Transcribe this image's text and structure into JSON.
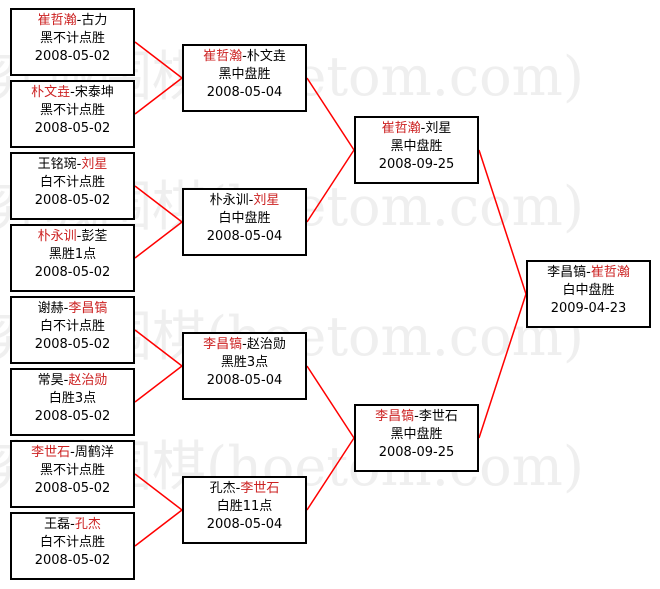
{
  "watermark": "弈城围棋(hoetom.com)",
  "winner_color": "#cc2222",
  "line_color": "#ff0000",
  "rounds": [
    [
      {
        "p1": "崔哲瀚",
        "p2": "古力",
        "winner": 1,
        "result": "黑不计点胜",
        "date": "2008-05-02"
      },
      {
        "p1": "朴文垚",
        "p2": "宋泰坤",
        "winner": 1,
        "result": "黑不计点胜",
        "date": "2008-05-02"
      },
      {
        "p1": "王铭琬",
        "p2": "刘星",
        "winner": 2,
        "result": "白不计点胜",
        "date": "2008-05-02"
      },
      {
        "p1": "朴永训",
        "p2": "彭荃",
        "winner": 1,
        "result": "黑胜1点",
        "date": "2008-05-02"
      },
      {
        "p1": "谢赫",
        "p2": "李昌镐",
        "winner": 2,
        "result": "白不计点胜",
        "date": "2008-05-02"
      },
      {
        "p1": "常昊",
        "p2": "赵治勋",
        "winner": 2,
        "result": "白胜3点",
        "date": "2008-05-02"
      },
      {
        "p1": "李世石",
        "p2": "周鹤洋",
        "winner": 1,
        "result": "黑不计点胜",
        "date": "2008-05-02"
      },
      {
        "p1": "王磊",
        "p2": "孔杰",
        "winner": 2,
        "result": "白不计点胜",
        "date": "2008-05-02"
      }
    ],
    [
      {
        "p1": "崔哲瀚",
        "p2": "朴文垚",
        "winner": 1,
        "result": "黑中盘胜",
        "date": "2008-05-04"
      },
      {
        "p1": "朴永训",
        "p2": "刘星",
        "winner": 2,
        "result": "白中盘胜",
        "date": "2008-05-04"
      },
      {
        "p1": "李昌镐",
        "p2": "赵治勋",
        "winner": 1,
        "result": "黑胜3点",
        "date": "2008-05-04"
      },
      {
        "p1": "孔杰",
        "p2": "李世石",
        "winner": 2,
        "result": "白胜11点",
        "date": "2008-05-04"
      }
    ],
    [
      {
        "p1": "崔哲瀚",
        "p2": "刘星",
        "winner": 1,
        "result": "黑中盘胜",
        "date": "2008-09-25"
      },
      {
        "p1": "李昌镐",
        "p2": "李世石",
        "winner": 1,
        "result": "黑中盘胜",
        "date": "2008-09-25"
      }
    ],
    [
      {
        "p1": "李昌镐",
        "p2": "崔哲瀚",
        "winner": 2,
        "result": "白中盘胜",
        "date": "2009-04-23"
      }
    ]
  ]
}
